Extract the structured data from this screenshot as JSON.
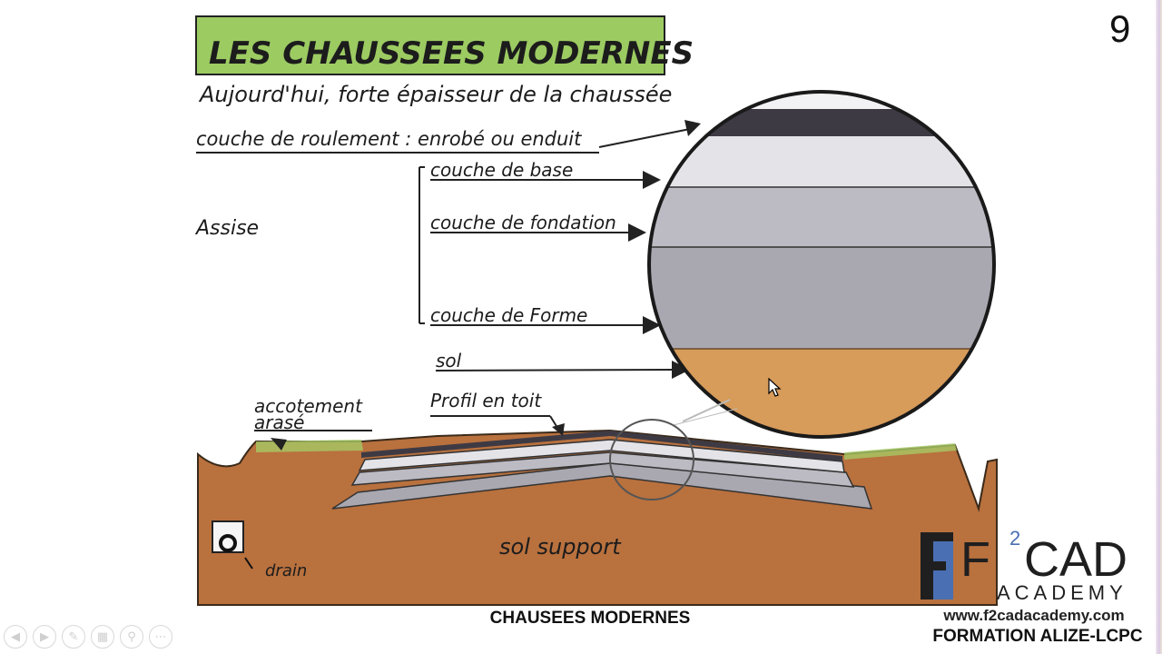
{
  "slide": {
    "number": "9"
  },
  "diagram": {
    "title": "LES CHAUSSEES MODERNES",
    "subtitle": "Aujourd'hui, forte épaisseur de la chaussée",
    "labels": {
      "wearing_course": "couche de roulement  : enrobé ou enduit",
      "group": "Assise",
      "base_course": "couche de base",
      "foundation_course": "couche de fondation",
      "form_course": "couche de Forme",
      "soil": "sol",
      "shoulder_line1": "accotement",
      "shoulder_line2": "arasé",
      "crown_profile": "Profil en toit",
      "subgrade": "sol    support",
      "drain": "drain"
    },
    "colors": {
      "title_bg": "#9ccb62",
      "wearing": "#3e3a44",
      "base": "#e4e3e8",
      "foundation": "#bcbbc3",
      "form": "#a9a8b1",
      "soil": "#d79b5a",
      "subgrade": "#b9713e"
    }
  },
  "caption": "CHAUSEES MODERNES",
  "brand": {
    "logo_f": "F",
    "logo_superscript": "2",
    "logo_cad": "CAD",
    "logo_academy": "ACADEMY",
    "url": "www.f2cadacademy.com",
    "training": "FORMATION ALIZE-LCPC"
  },
  "controls": [
    "prev-icon",
    "next-icon",
    "pen-icon",
    "slides-icon",
    "zoom-icon",
    "more-icon"
  ]
}
